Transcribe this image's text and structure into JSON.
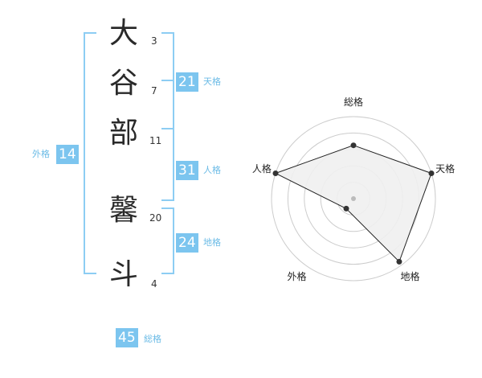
{
  "name": {
    "characters": [
      {
        "char": "大",
        "strokes": "3"
      },
      {
        "char": "谷",
        "strokes": "7"
      },
      {
        "char": "部",
        "strokes": "11"
      },
      {
        "char": "馨",
        "strokes": "20"
      },
      {
        "char": "斗",
        "strokes": "4"
      }
    ]
  },
  "fortune": {
    "tenkaku": {
      "value": "21",
      "label": "天格"
    },
    "jinkaku": {
      "value": "31",
      "label": "人格"
    },
    "chikaku": {
      "value": "24",
      "label": "地格"
    },
    "gaikaku": {
      "value": "14",
      "label": "外格"
    },
    "soukaku": {
      "value": "45",
      "label": "総格"
    }
  },
  "radar": {
    "axes": [
      "総格",
      "天格",
      "地格",
      "外格",
      "人格"
    ],
    "levels": 5,
    "values": [
      0.65,
      1.0,
      0.95,
      0.15,
      1.0
    ],
    "colors": {
      "fill": "#f0f0f0",
      "stroke": "#222222",
      "grid": "#cccccc",
      "center": "#bbbbbb"
    }
  }
}
